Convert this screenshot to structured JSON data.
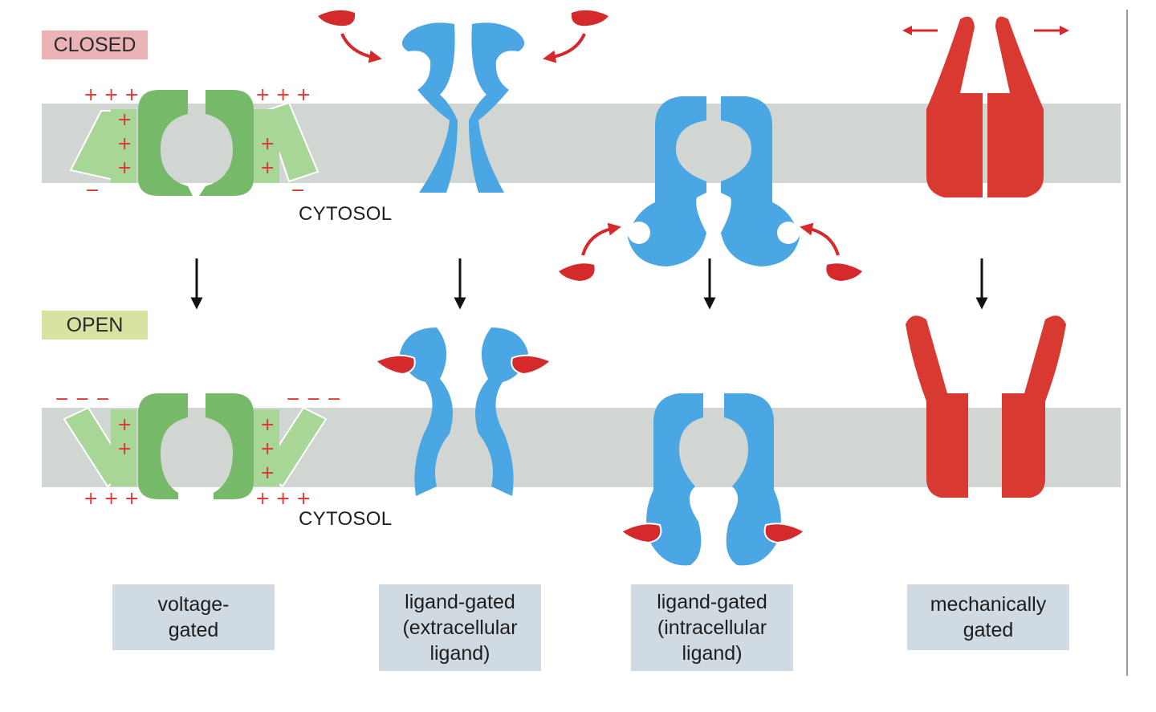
{
  "states": {
    "closed": "CLOSED",
    "open": "OPEN"
  },
  "compartment_label": "CYTOSOL",
  "captions": [
    "voltage-\ngated",
    "ligand-gated\n(extracellular\nligand)",
    "ligand-gated\n(intracellular\nligand)",
    "mechanically\ngated"
  ],
  "charges": {
    "plus_row": "+ + +",
    "minus_row": "− − −",
    "plus": "+",
    "minus": "−"
  },
  "colors": {
    "membrane": "#d1d6d2",
    "voltage_channel": "#76b968",
    "voltage_sensor": "#a7d697",
    "ligand_channel": "#4ba6e4",
    "mechanical_channel": "#d83a32",
    "ligand": "#d52a2c",
    "charge_sign": "#e0322e",
    "closed_tag": "#ebb3b6",
    "open_tag": "#d9e3a1",
    "caption_box": "#cfdae2"
  }
}
